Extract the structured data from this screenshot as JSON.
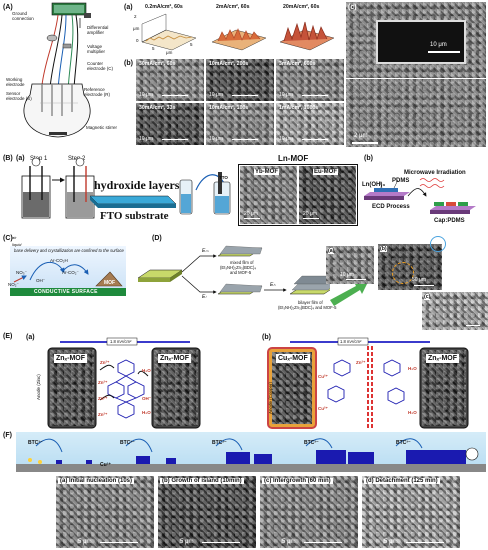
{
  "panels": {
    "A": {
      "letter": "(A)",
      "setup_labels": [
        "Ground connection",
        "Differential amplifier",
        "Voltage multiplier",
        "Counter electrode (C)",
        "Working electrode",
        "Sensor electrode (S)",
        "Reference electrode (R)",
        "Magnetic stirrer"
      ],
      "sub_a_label": "(a)",
      "sub_b_label": "(b)",
      "sub_c_label": "(c)",
      "afm_titles": [
        "0.2mA/cm², 60s",
        "2mA/cm², 60s",
        "20mA/cm², 60s"
      ],
      "afm_axis": [
        "2",
        "μm",
        "0",
        "5",
        "5",
        "μm"
      ],
      "sem_grid": [
        {
          "caption": "30mA/cm², 60s",
          "scale": "10 μm"
        },
        {
          "caption": "10mA/cm², 200s",
          "scale": "10 μm"
        },
        {
          "caption": "3mA/cm², 600s",
          "scale": "10 μm"
        },
        {
          "caption": "30mA/cm², 33s",
          "scale": "10 μm"
        },
        {
          "caption": "10mA/cm², 100s",
          "scale": "10 μm"
        },
        {
          "caption": "1mA/cm², 1000s",
          "scale": "10 μm"
        }
      ],
      "c_scale_top": "10 μm",
      "c_scale_bottom": "2 μm"
    },
    "B": {
      "letter": "(B)",
      "sub_a": "(a)",
      "sub_b": "(b)",
      "step1": "Step 1",
      "step2": "Step 2",
      "hydroxide": "hydroxide layers",
      "fto": "FTO substrate",
      "tto": "TTO",
      "ln_mof": "Ln-MOF",
      "yb_mof": "Yb-MOF",
      "eu_mof": "Eu-MOF",
      "yb_scale": "20 μm",
      "eu_scale": "20 μm",
      "microwave": "Microwave Irradiation",
      "ln_oh": "Ln(OH)₃",
      "pdms": "PDMS",
      "ecd": "ECD Process",
      "cap_pdms": "Cap:PDMS"
    },
    "C": {
      "letter": "(C)",
      "air": "air",
      "liquid": "liquid",
      "note": "base delivery and crystallization are confined to the surface",
      "ar_co2h": "Ar-CO₂H",
      "ar_co2": "Ar-CO₂⁻",
      "no3": "NO₃⁻",
      "no2": "NO₂⁻",
      "oh": "OH⁻",
      "mof": "MOF",
      "surface": "CONDUCTIVE SURFACE"
    },
    "D": {
      "letter": "(D)",
      "e1": "Eₘ",
      "e2": "Eₗ",
      "e3": "Eₕ",
      "mixed": "mixed film of",
      "mixed2": "(Et₃NH)₂Zn₃(BDC)₄",
      "mixed3": "and MOF-5",
      "bilayer": "bilayer film of",
      "bilayer2": "(Et₃NH)₂Zn₃(BDC)₄ and MOF-5",
      "sub_a": "(a)",
      "sub_b": "(b)",
      "sub_c": "(c)",
      "a_scale": "10 μm",
      "b_scale": "50 μm"
    },
    "E": {
      "letter": "(E)",
      "sub_a": "(a)",
      "sub_b": "(b)",
      "current_a": "1.8 mA/cm²",
      "current_b": "1.8 mA/cm²",
      "zn_mof_left": "Znₓ-MOF",
      "zn_mof_right": "Znₓ-MOF",
      "cu_mof": "Cuₓ-MOF",
      "zn_mof_b": "Znₓ-MOF",
      "anode_zinc": "Anode (Zinc)",
      "anode_copper": "Anode (Copper)",
      "ions": [
        "Zn²⁺",
        "Zn²⁺",
        "Zn²⁺",
        "Zn²⁺",
        "OH⁻",
        "H₂O",
        "H₂O",
        "Cu²⁺",
        "Cu²⁺",
        "Zn²⁺",
        "H₂O",
        "H₂O"
      ]
    },
    "F": {
      "letter": "(F)",
      "btc": "BTC³⁻",
      "cu": "Cu²⁺",
      "stages": [
        {
          "label": "(a) Initial nucleation (10s)",
          "scale": "5 μm"
        },
        {
          "label": "(b) Growth of island (10min)",
          "scale": "5 μm"
        },
        {
          "label": "(c) Intergrowth (60 min)",
          "scale": "5 μm"
        },
        {
          "label": "(d) Detachment (125 min)",
          "scale": "5 μm"
        }
      ]
    }
  }
}
